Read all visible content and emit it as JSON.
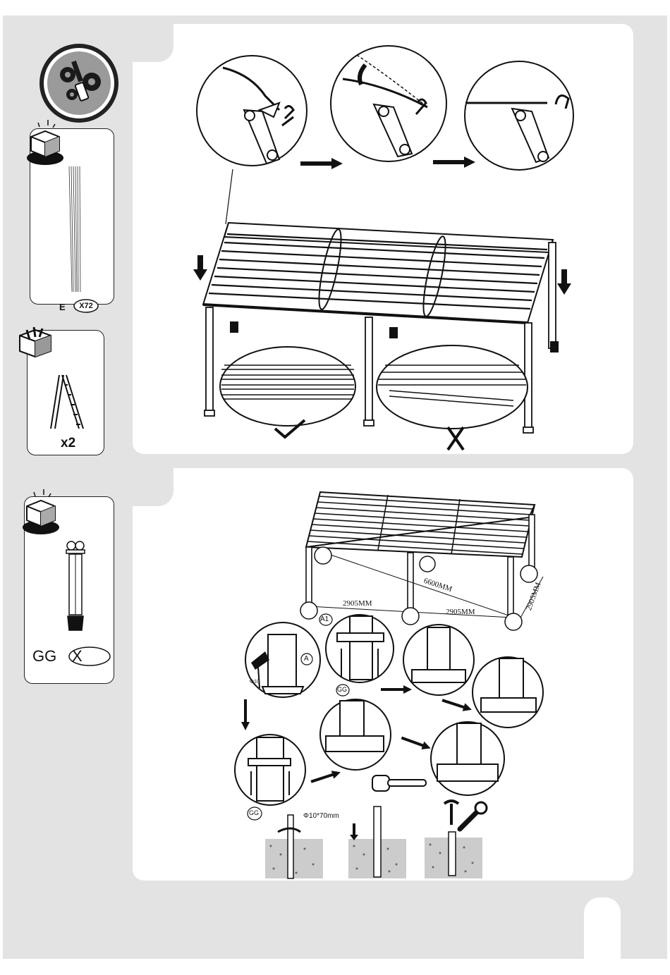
{
  "panel1": {
    "parts": {
      "code": "E",
      "qty": "X72"
    },
    "tools": {
      "qty": "x2"
    }
  },
  "panel2": {
    "parts": {
      "code": "GG",
      "qty": "X"
    },
    "labels": {
      "a1": "A1",
      "a": "A",
      "gg_1": "GG",
      "gg_2": "GG"
    },
    "dims": {
      "width_1": "2905MM",
      "width_2": "2905MM",
      "depth": "2905MM",
      "diagonal": "6600MM"
    },
    "drill": {
      "hole_size": "Φ10",
      "anchor_size": "Φ10*70mm"
    }
  }
}
